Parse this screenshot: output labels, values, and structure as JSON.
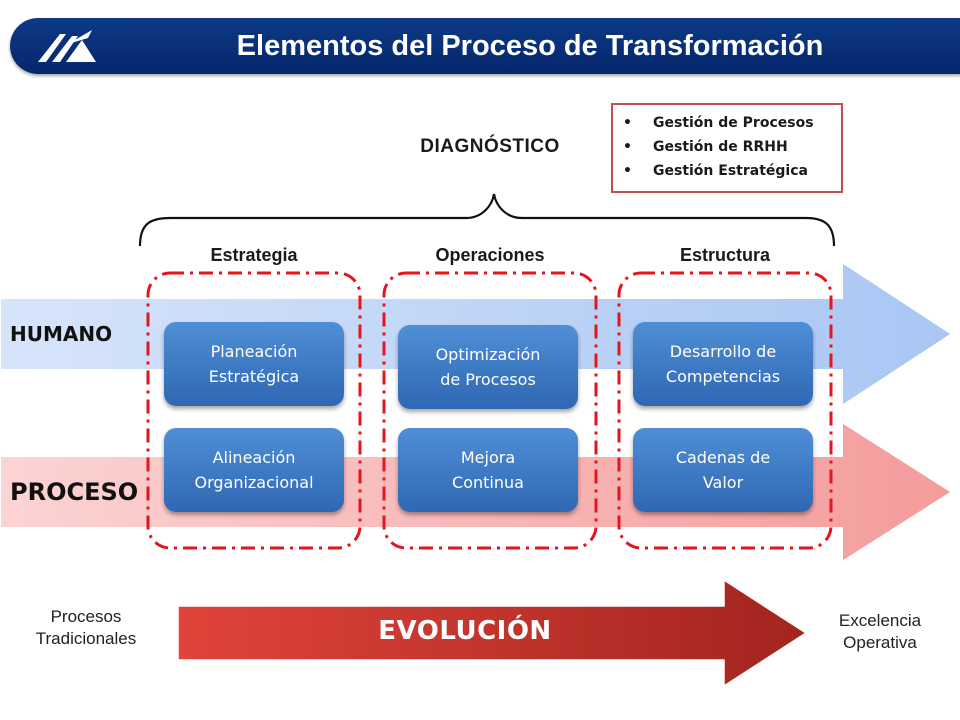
{
  "header": {
    "title": "Elementos del Proceso de Transformación"
  },
  "diagnosis": {
    "label": "DIAGNÓSTICO"
  },
  "management_areas": [
    "Gestión de Procesos",
    "Gestión de RRHH",
    "Gestión Estratégica"
  ],
  "columns": [
    "Estrategia",
    "Operaciones",
    "Estructura"
  ],
  "rows": {
    "human": "HUMANO",
    "process": "PROCESO"
  },
  "cards": {
    "planeacion": "Planeación\nEstratégica",
    "optimizacion": "Optimización\nde Procesos",
    "desarrollo": "Desarrollo de\nCompetencias",
    "alineacion": "Alineación\nOrganizacional",
    "mejora": "Mejora\nContinua",
    "cadenas": "Cadenas de\nValor"
  },
  "evolution": {
    "label": "EVOLUCIÓN",
    "start": "Procesos\nTradicionales",
    "end": "Excelencia\nOperativa"
  },
  "colors": {
    "header_blue": "#0a2f7a",
    "card_blue": "#3a75c4",
    "human_arrow": "#b9cff4",
    "process_arrow": "#f7b4b4",
    "evolution_arrow": "#c8342c",
    "dash_red": "#e3161e"
  }
}
